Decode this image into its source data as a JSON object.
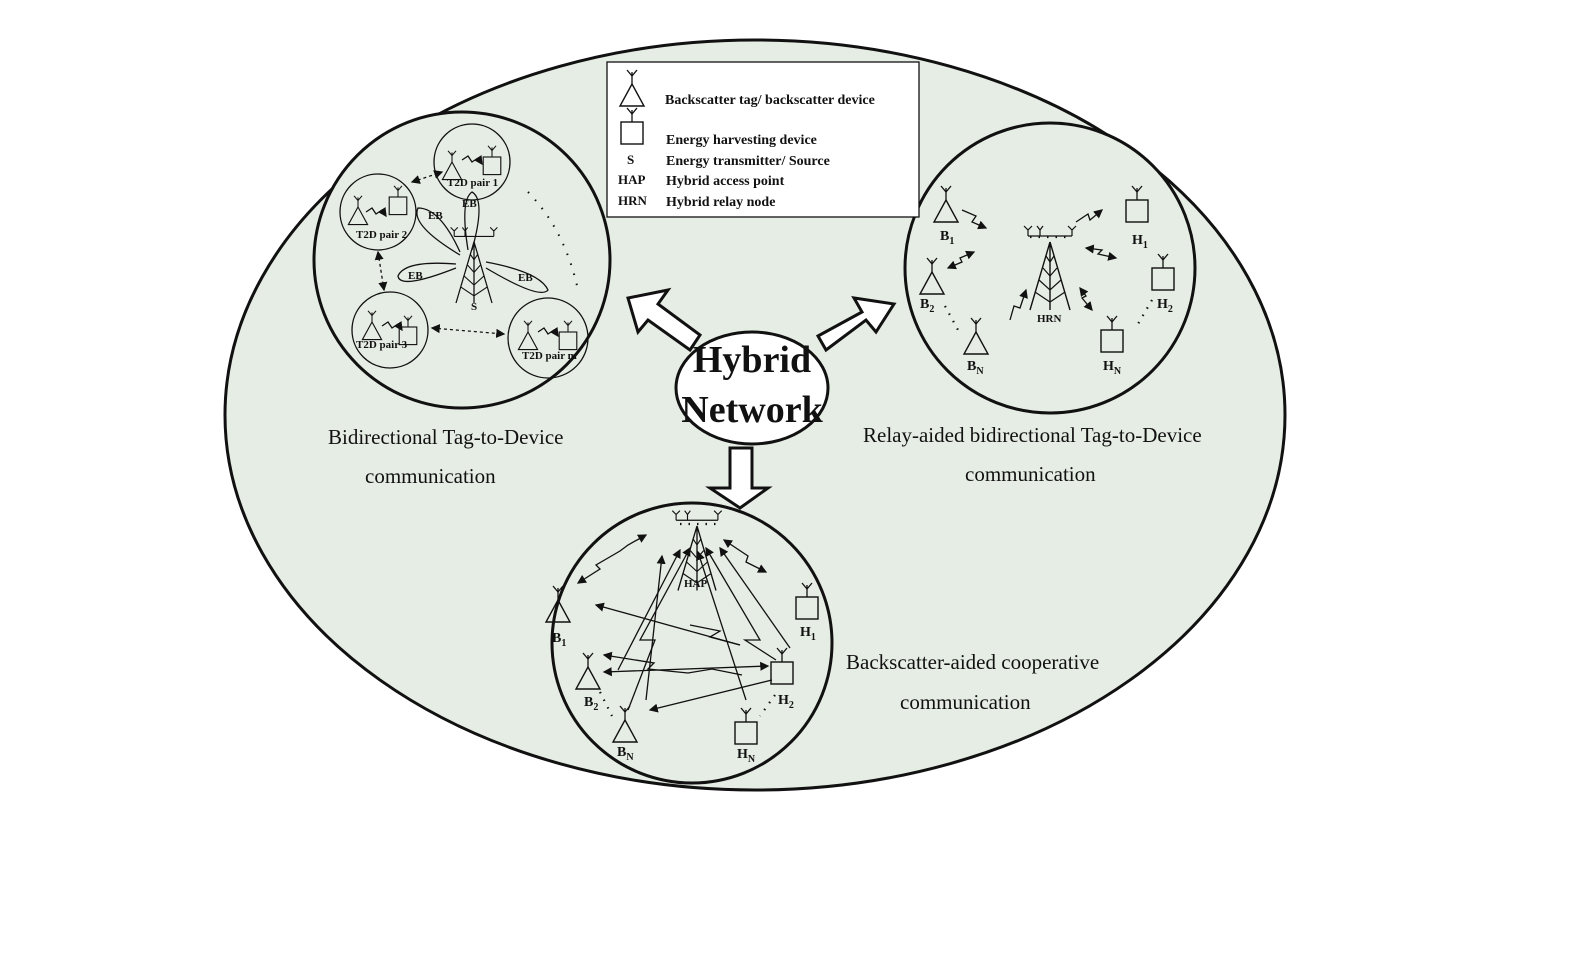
{
  "center": {
    "line1": "Hybrid",
    "line2": "Network"
  },
  "legend": {
    "tag": "Backscatter tag/ backscatter device",
    "harvester": "Energy harvesting device",
    "source_sym": "S",
    "source": "Energy transmitter/ Source",
    "hap_sym": "HAP",
    "hap": "Hybrid access point",
    "hrn_sym": "HRN",
    "hrn": "Hybrid relay node"
  },
  "captions": {
    "left_1": "Bidirectional Tag-to-Device",
    "left_2": "communication",
    "right_1": "Relay-aided bidirectional Tag-to-Device",
    "right_2": "communication",
    "bottom_1": "Backscatter-aided cooperative",
    "bottom_2": "communication"
  },
  "left_panel": {
    "pair1": "T2D pair 1",
    "pair2": "T2D pair 2",
    "pair3": "T2D pair 3",
    "pairm": "T2D pair m",
    "eb": "EB",
    "source": "S"
  },
  "right_panel": {
    "b1": "B",
    "b1_sub": "1",
    "b2": "B",
    "b2_sub": "2",
    "bn": "B",
    "bn_sub": "N",
    "h1": "H",
    "h1_sub": "1",
    "h2": "H",
    "h2_sub": "2",
    "hn": "H",
    "hn_sub": "N",
    "hrn": "HRN"
  },
  "bottom_panel": {
    "hap": "HAP",
    "b1": "B",
    "b1_sub": "1",
    "b2": "B",
    "b2_sub": "2",
    "bn": "B",
    "bn_sub": "N",
    "h1": "H",
    "h1_sub": "1",
    "h2": "H",
    "h2_sub": "2",
    "hn": "H",
    "hn_sub": "N"
  },
  "colors": {
    "fill": "#e6ede4",
    "stroke": "#111111"
  }
}
